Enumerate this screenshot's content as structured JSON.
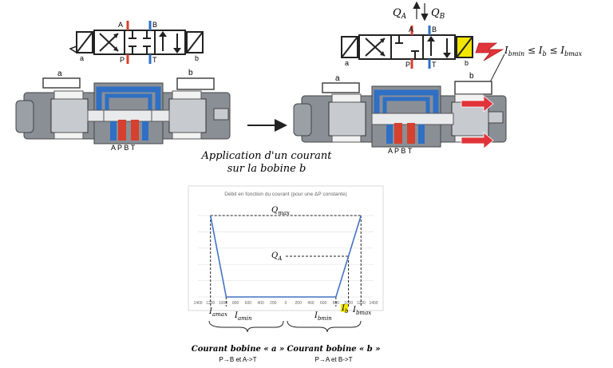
{
  "left_valve": {
    "port_top_a": "A",
    "port_top_b": "B",
    "port_bot_p": "P",
    "port_bot_t": "T",
    "solenoid_a": "a",
    "solenoid_b": "b",
    "body_label_a": "a",
    "body_label_b": "b",
    "ports_under": "A  P  B T"
  },
  "right_valve": {
    "port_top_a": "A",
    "port_top_b": "B",
    "port_bot_p": "P",
    "port_bot_t": "T",
    "solenoid_a": "a",
    "solenoid_b": "b",
    "body_label_a": "a",
    "body_label_b": "b",
    "ports_under": "A  P  B T",
    "flow_qa": "Q",
    "flow_qa_sub": "A",
    "flow_qb": "Q",
    "flow_qb_sub": "B",
    "current_range": "I",
    "current_range_sub1": "bmin",
    "current_range_mid": " ≤ I",
    "current_range_sub2": "b",
    "current_range_mid2": " ≤ I",
    "current_range_sub3": "bmax"
  },
  "caption": {
    "line1": "Application d'un courant",
    "line2": "sur la bobine b"
  },
  "chart_data": {
    "type": "line",
    "title": "Débit en fonction du courant (pour une ΔP constante)",
    "x_ticks_left": [
      "1400",
      "1200",
      "1000",
      "800",
      "600",
      "400",
      "200",
      "0"
    ],
    "x_ticks_right": [
      "200",
      "400",
      "600",
      "800",
      "1000",
      "1200",
      "1400"
    ],
    "series": [
      {
        "points": [
          [
            -1200,
            100
          ],
          [
            -950,
            0
          ],
          [
            -800,
            0
          ],
          [
            0,
            0
          ],
          [
            800,
            0
          ],
          [
            1200,
            100
          ]
        ]
      }
    ],
    "qmax_label": "Q",
    "qmax_sub": "max",
    "qa_label": "Q",
    "qa_sub": "A",
    "i_amax": "I",
    "i_amax_sub": "amax",
    "i_amin": "I",
    "i_amin_sub": "amin",
    "i_bmin": "I",
    "i_bmin_sub": "bmin",
    "i_b": "I",
    "i_b_sub": "b",
    "i_bmax": "I",
    "i_bmax_sub": "bmax",
    "xlim": [
      -1400,
      1400
    ],
    "ylim": [
      0,
      100
    ],
    "line_color": "#4472c4"
  },
  "legend_a": {
    "title": "Courant bobine « a »",
    "desc": "P→B et A->T"
  },
  "legend_b": {
    "title": "Courant bobine « b »",
    "desc": "P→A et B->T"
  },
  "colors": {
    "red": "#d6402f",
    "blue": "#2f6fc4",
    "body_gray": "#8a8f96",
    "dark": "#222222",
    "yellow": "#f2e600",
    "arrow_red": "#e0343a"
  }
}
